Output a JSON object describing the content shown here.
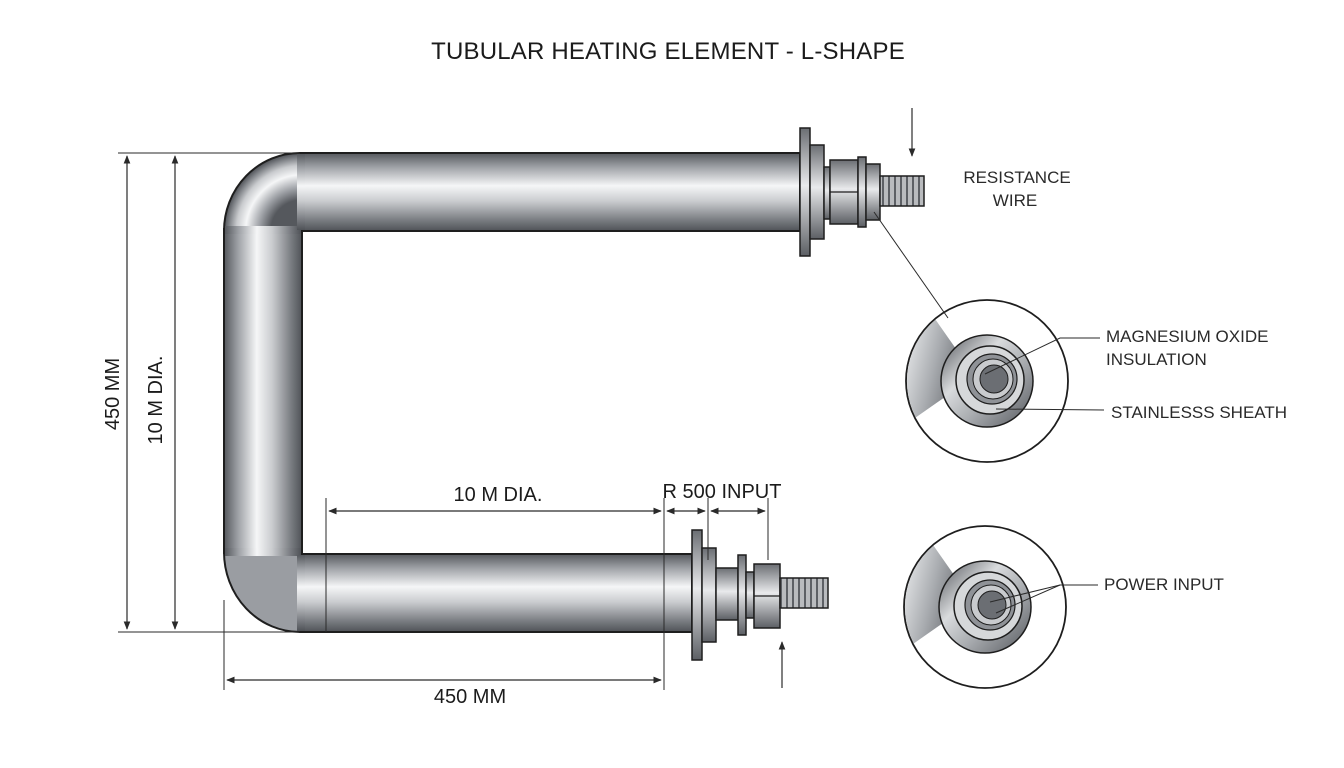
{
  "title": "TUBULAR HEATING ELEMENT - L-SHAPE",
  "dimensions": {
    "height_outer": "450 MM",
    "height_inner": "10 M DIA.",
    "bottom_length": "450 MM",
    "leg_span": "10 M DIA.",
    "radius_input": "R 500 INPUT"
  },
  "callouts": {
    "resistance_wire_line1": "RESISTANCE",
    "resistance_wire_line2": "WIRE",
    "mgo_line1": "MAGNESIUM OXIDE",
    "mgo_line2": "INSULATION",
    "sheath": "STAINLESSS SHEATH",
    "power_input": "POWER INPUT"
  },
  "colors": {
    "tube_dark": "#5e6166",
    "tube_light": "#f4f5f6",
    "outline": "#1e1e1e",
    "background": "#ffffff"
  }
}
